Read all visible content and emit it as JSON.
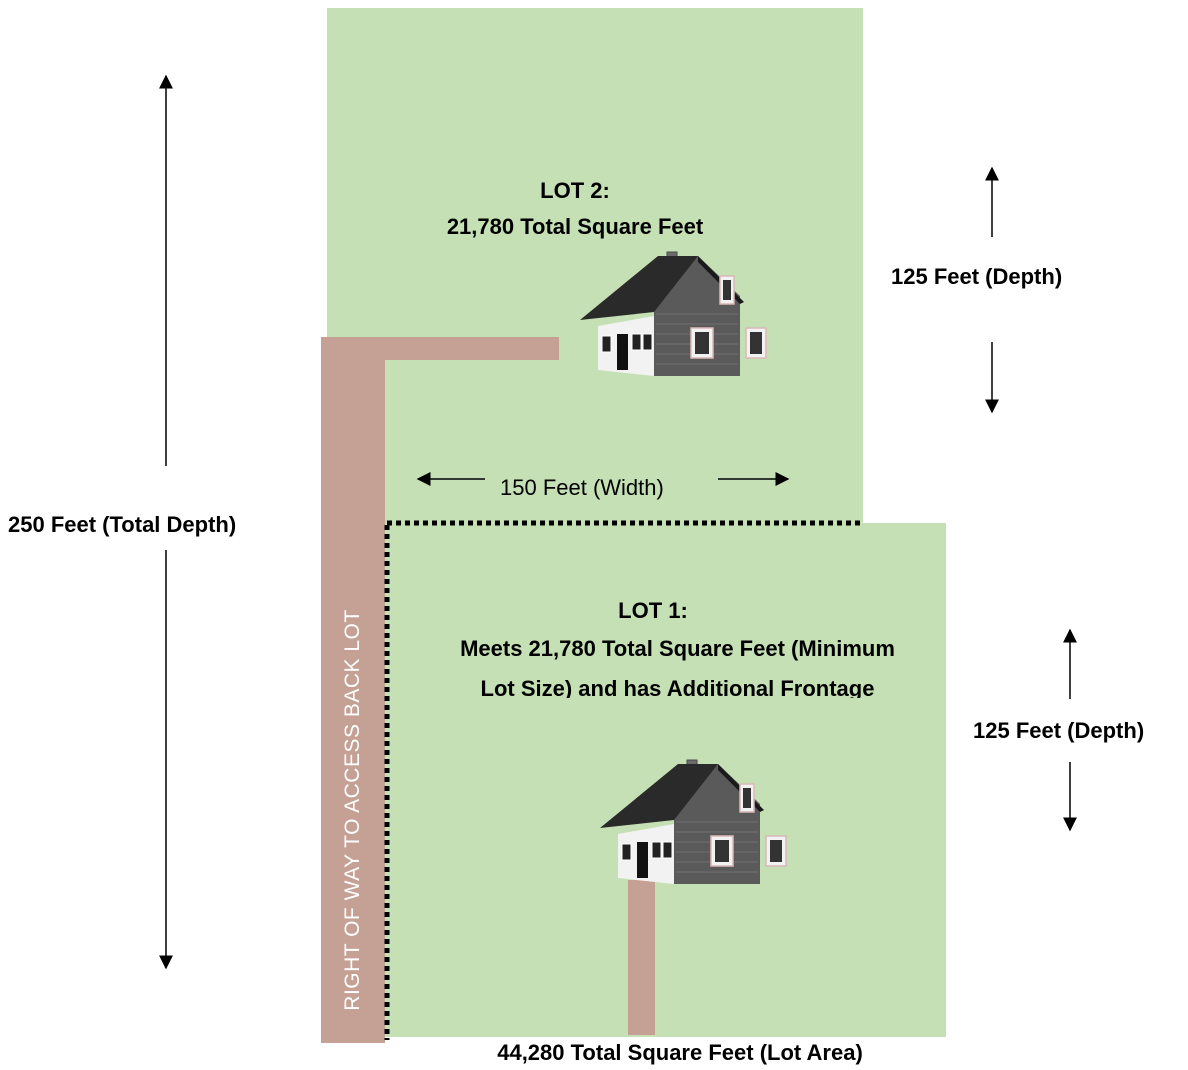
{
  "colors": {
    "lot_fill": "#c5e0b4",
    "path_fill": "#c4a194",
    "arrow": "#000000",
    "dotted_line": "#000000"
  },
  "lot2": {
    "title": "LOT 2:",
    "area": "21,780 Total Square Feet",
    "depth_label": "125 Feet (Depth)",
    "width_label": "150 Feet (Width)"
  },
  "lot1": {
    "title": "LOT 1:",
    "description_line1": "Meets 21,780 Total Square Feet (Minimum",
    "description_line2": "Lot Size) and has Additional Frontage",
    "depth_label": "125 Feet (Depth)"
  },
  "total_depth_label": "250 Feet (Total Depth)",
  "right_of_way_label": "RIGHT OF WAY TO ACCESS BACK LOT",
  "total_area_label": "44,280 Total Square Feet (Lot Area)",
  "icons": [
    "house-icon",
    "arrow-icon"
  ]
}
